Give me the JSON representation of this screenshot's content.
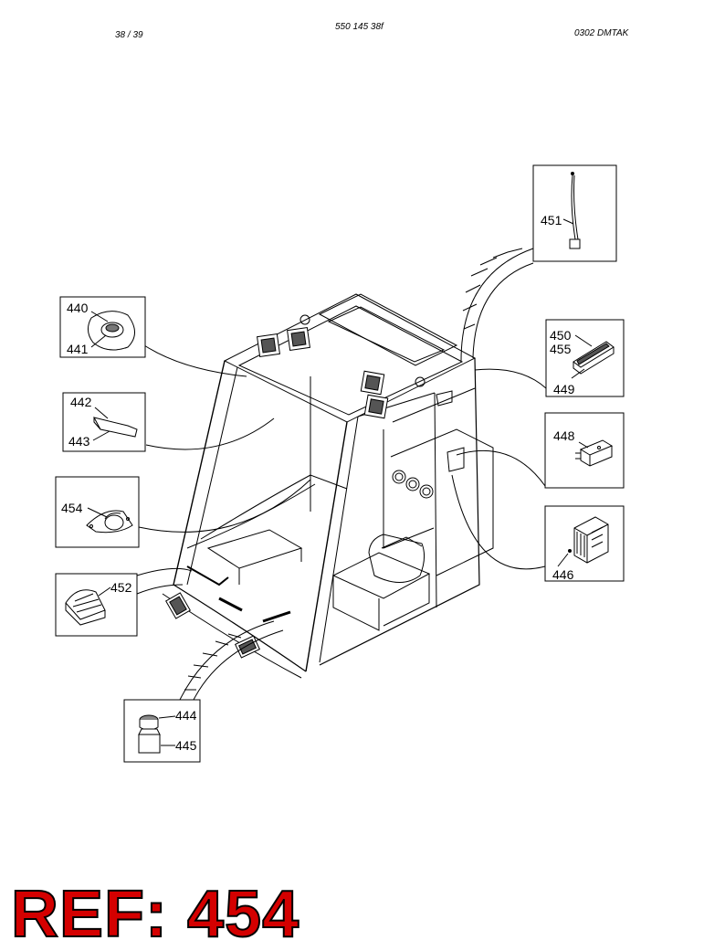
{
  "header": {
    "page": "38 / 39",
    "doc_number": "550 145 38f",
    "doc_code": "0302   DMTAK"
  },
  "callouts": {
    "c440": "440",
    "c441": "441",
    "c442": "442",
    "c443": "443",
    "c454": "454",
    "c452": "452",
    "c444": "444",
    "c445": "445",
    "c451": "451",
    "c450": "450",
    "c455": "455",
    "c449": "449",
    "c448": "448",
    "c446": "446"
  },
  "reference": "REF: 454"
}
